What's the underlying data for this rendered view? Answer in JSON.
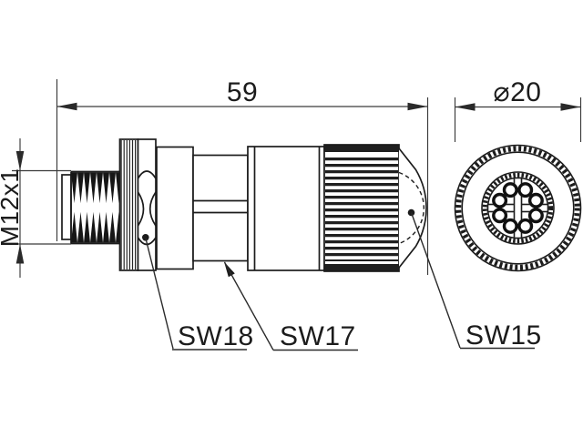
{
  "drawing": {
    "kind": "technical dimension drawing",
    "views": {
      "side_view_name": "side-view",
      "front_view_name": "front-view"
    }
  },
  "dims": {
    "length": "59",
    "diameter": "⌀20",
    "thread": "M12x1"
  },
  "callouts": {
    "sw18": "SW18",
    "sw17": "SW17",
    "sw15": "SW15"
  },
  "colors": {
    "background": "#ffffff",
    "part_line": "#1c1c1c",
    "dimension_line": "#3a3a3a",
    "knurl_fill": "#1f1f1f"
  }
}
